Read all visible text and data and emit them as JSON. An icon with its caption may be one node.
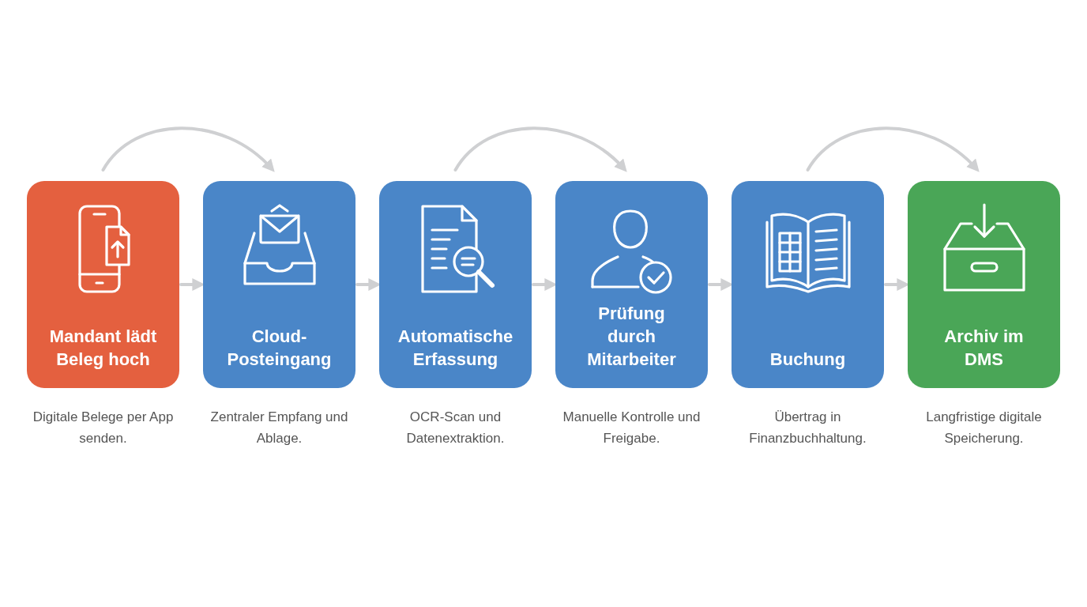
{
  "diagram": {
    "nodes": [
      {
        "text": [
          "Mandant lädt Beleg hoch"
        ],
        "beside": [
          "Digitale Belege per App senden."
        ]
      },
      {
        "text": [
          "Cloud-Posteingang"
        ],
        "beside": [
          "Zentraler Empfang und Ablage."
        ]
      },
      {
        "text": [
          "Automatische Erfassung"
        ],
        "beside": [
          "OCR-Scan und Datenextraktion."
        ]
      },
      {
        "text": [
          "Prüfung durch Mitarbeiter"
        ],
        "beside": [
          "Manuelle Kontrolle und Freigabe."
        ]
      },
      {
        "text": [
          "Buchung"
        ],
        "beside": [
          "Übertrag in Finanzbuchhaltung."
        ]
      },
      {
        "text": [
          "Archiv im DMS"
        ],
        "beside": [
          "Langfristige digitale Speicherung."
        ]
      }
    ],
    "edges": [
      {
        "from": 0,
        "to": 1,
        "arrow": "to"
      },
      {
        "from": 1,
        "to": 2,
        "arrow": "to"
      },
      {
        "from": 2,
        "to": 3,
        "arrow": "to"
      },
      {
        "from": 3,
        "to": 4,
        "arrow": "to"
      },
      {
        "from": 4,
        "to": 5,
        "arrow": "to"
      },
      {
        "from": 0,
        "to": 1,
        "arrow": "to"
      },
      {
        "from": 2,
        "to": 3,
        "arrow": "to"
      },
      {
        "from": 4,
        "to": 5,
        "arrow": "to"
      }
    ]
  }
}
